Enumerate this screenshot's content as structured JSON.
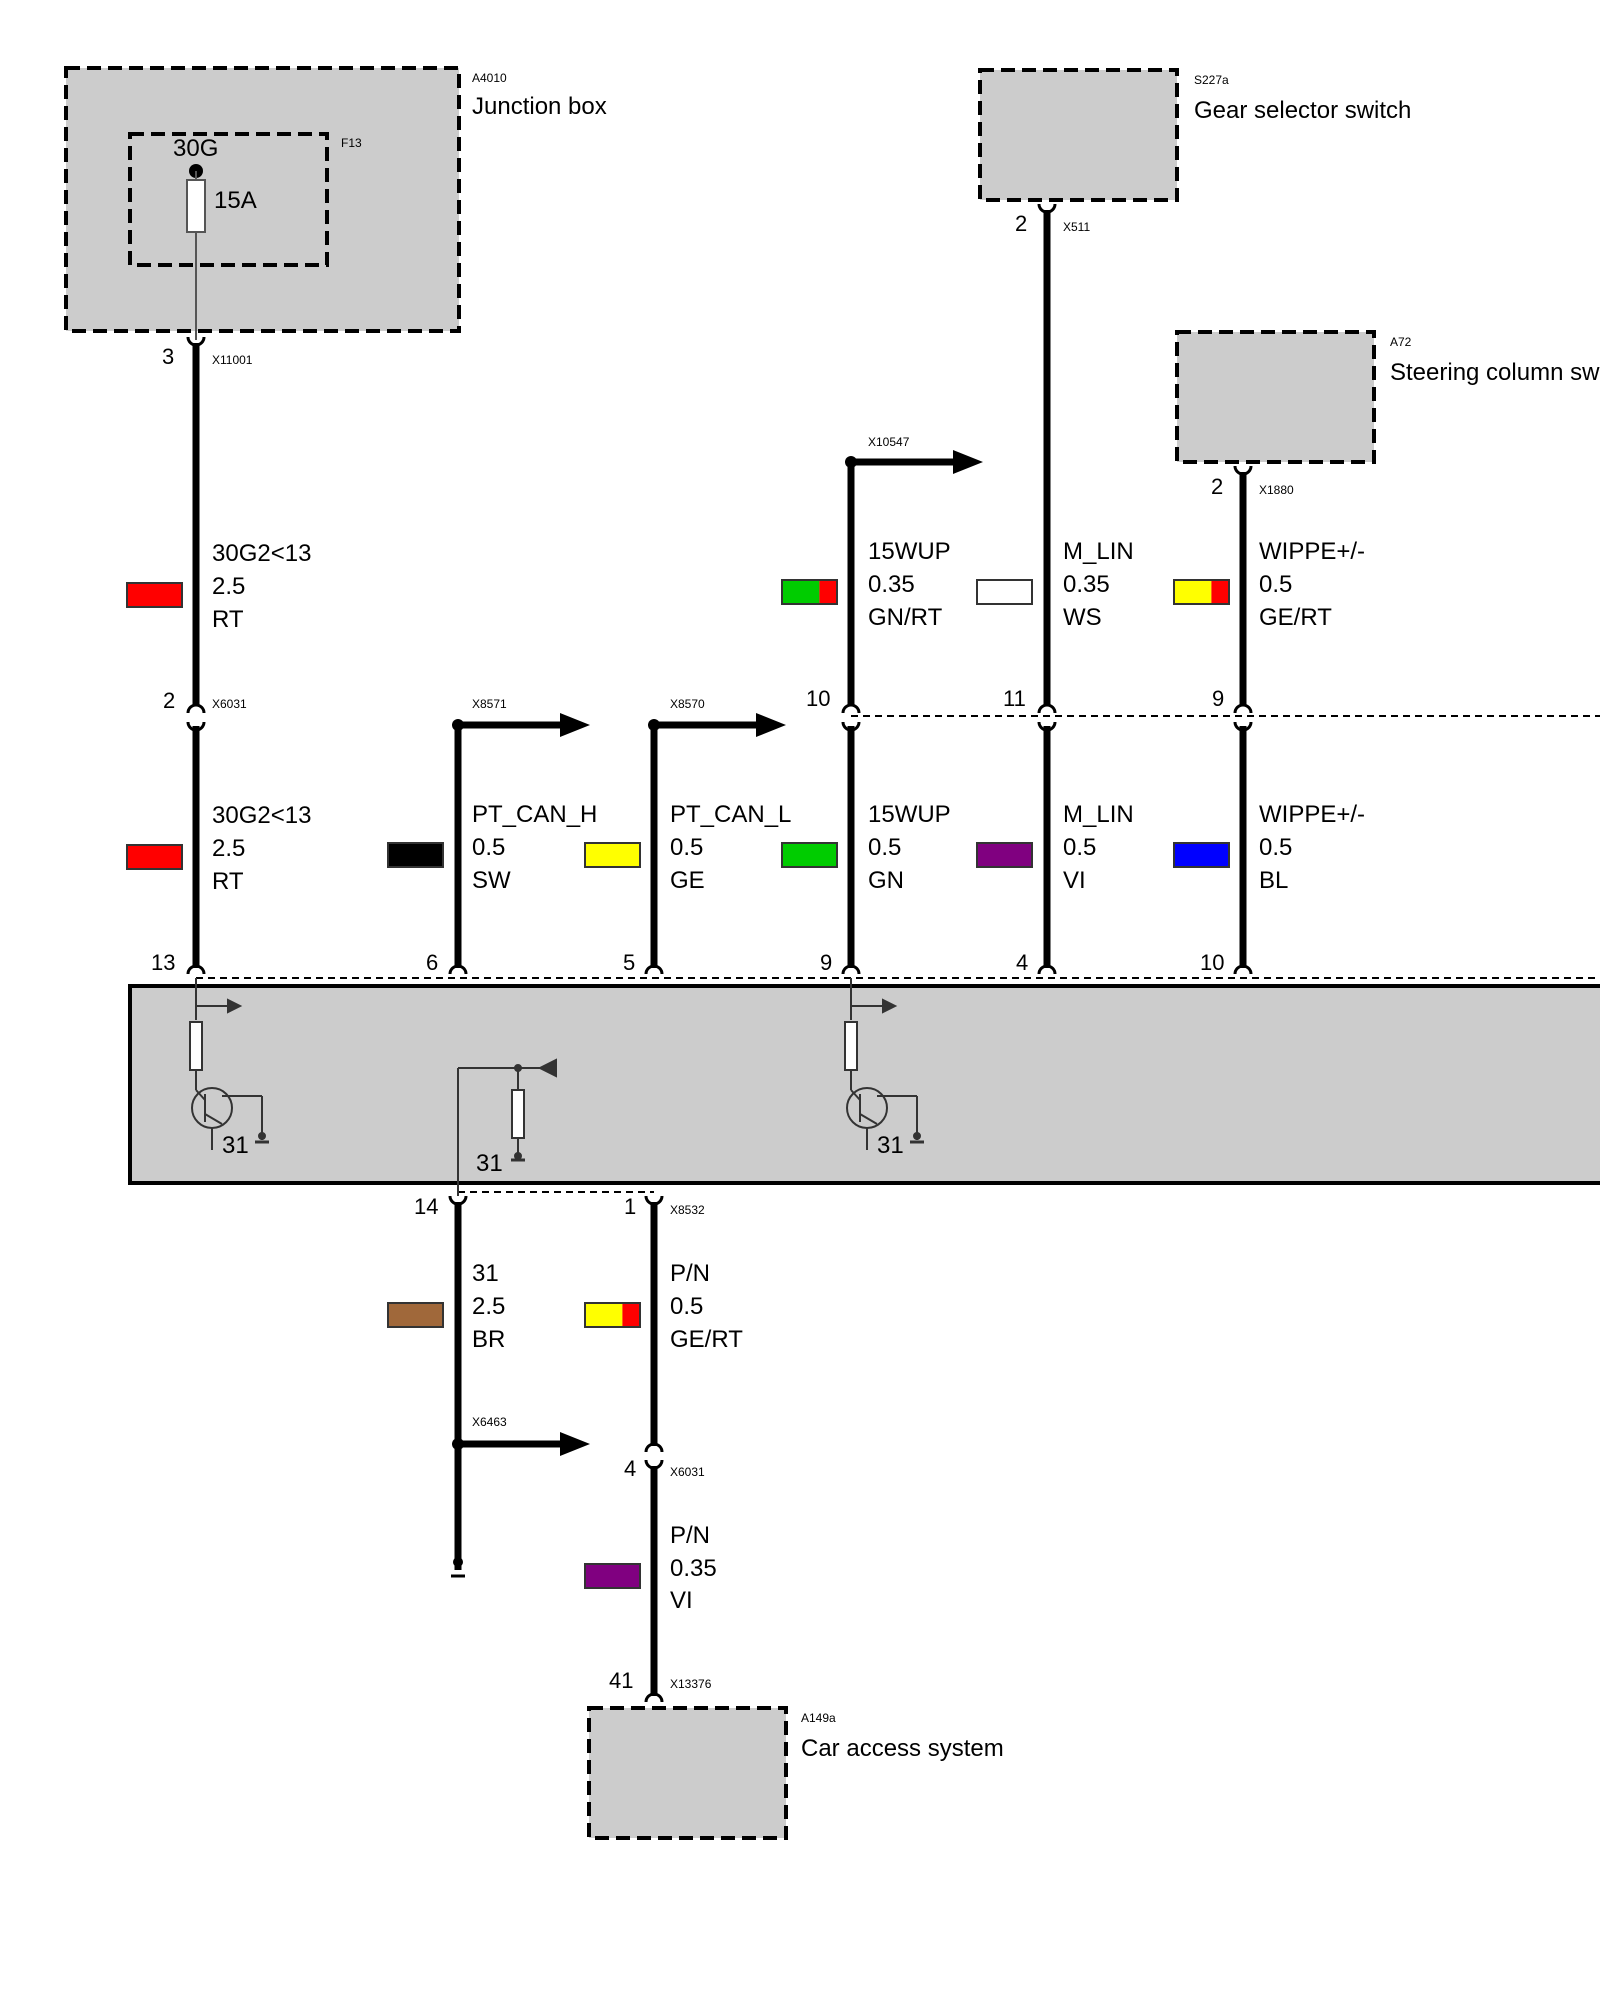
{
  "components": {
    "a4010": {
      "code": "A4010",
      "name": "Junction box"
    },
    "f13": {
      "code": "F13",
      "terminal": "30G",
      "rating": "15A"
    },
    "s227a": {
      "code": "S227a",
      "name": "Gear selector switch"
    },
    "a72": {
      "code": "A72",
      "name": "Steering column sw"
    },
    "a149a": {
      "code": "A149a",
      "name": "Car access system"
    }
  },
  "pins": {
    "x11001": {
      "pin": "3",
      "conn": "X11001"
    },
    "x6031_top": {
      "pin": "2",
      "conn": "X6031"
    },
    "x511": {
      "pin": "2",
      "conn": "X511"
    },
    "x1880": {
      "pin": "2",
      "conn": "X1880"
    },
    "x10547": {
      "conn": "X10547"
    },
    "x8571": {
      "conn": "X8571"
    },
    "x8570": {
      "conn": "X8570"
    },
    "mid_10": "10",
    "mid_11": "11",
    "mid_9": "9",
    "ecu_13": "13",
    "ecu_6": "6",
    "ecu_5": "5",
    "ecu_9": "9",
    "ecu_4": "4",
    "ecu_10": "10",
    "ecu_14": "14",
    "x8532": {
      "pin": "1",
      "conn": "X8532"
    },
    "x6463": {
      "conn": "X6463"
    },
    "x6031_bottom": {
      "pin": "4",
      "conn": "X6031"
    },
    "x13376": {
      "pin": "41",
      "conn": "X13376"
    }
  },
  "wires": {
    "w1": {
      "signal": "30G2<13",
      "size": "2.5",
      "color": "RT",
      "hex": [
        "#ff0000"
      ]
    },
    "w2": {
      "signal": "30G2<13",
      "size": "2.5",
      "color": "RT",
      "hex": [
        "#ff0000"
      ]
    },
    "w3": {
      "signal": "15WUP",
      "size": "0.35",
      "color": "GN/RT",
      "hex": [
        "#00cc00",
        "#ff0000"
      ]
    },
    "w4": {
      "signal": "M_LIN",
      "size": "0.35",
      "color": "WS",
      "hex": [
        "#ffffff"
      ]
    },
    "w5": {
      "signal": "WIPPE+/-",
      "size": "0.5",
      "color": "GE/RT",
      "hex": [
        "#ffff00",
        "#ff0000"
      ]
    },
    "w6": {
      "signal": "PT_CAN_H",
      "size": "0.5",
      "color": "SW",
      "hex": [
        "#000000"
      ]
    },
    "w7": {
      "signal": "PT_CAN_L",
      "size": "0.5",
      "color": "GE",
      "hex": [
        "#ffff00"
      ]
    },
    "w8": {
      "signal": "15WUP",
      "size": "0.5",
      "color": "GN",
      "hex": [
        "#00cc00"
      ]
    },
    "w9": {
      "signal": "M_LIN",
      "size": "0.5",
      "color": "VI",
      "hex": [
        "#800080"
      ]
    },
    "w10": {
      "signal": "WIPPE+/-",
      "size": "0.5",
      "color": "BL",
      "hex": [
        "#0000ff"
      ]
    },
    "w11": {
      "signal": "31",
      "size": "2.5",
      "color": "BR",
      "hex": [
        "#a0683a"
      ]
    },
    "w12": {
      "signal": "P/N",
      "size": "0.5",
      "color": "GE/RT",
      "hex": [
        "#ffff00",
        "#ff0000"
      ]
    },
    "w13": {
      "signal": "P/N",
      "size": "0.35",
      "color": "VI",
      "hex": [
        "#800080"
      ]
    }
  },
  "ground_label": "31",
  "colors": {
    "box_fill": "#cccccc",
    "wire": "#000000",
    "brown_wire": "#a0683a"
  }
}
